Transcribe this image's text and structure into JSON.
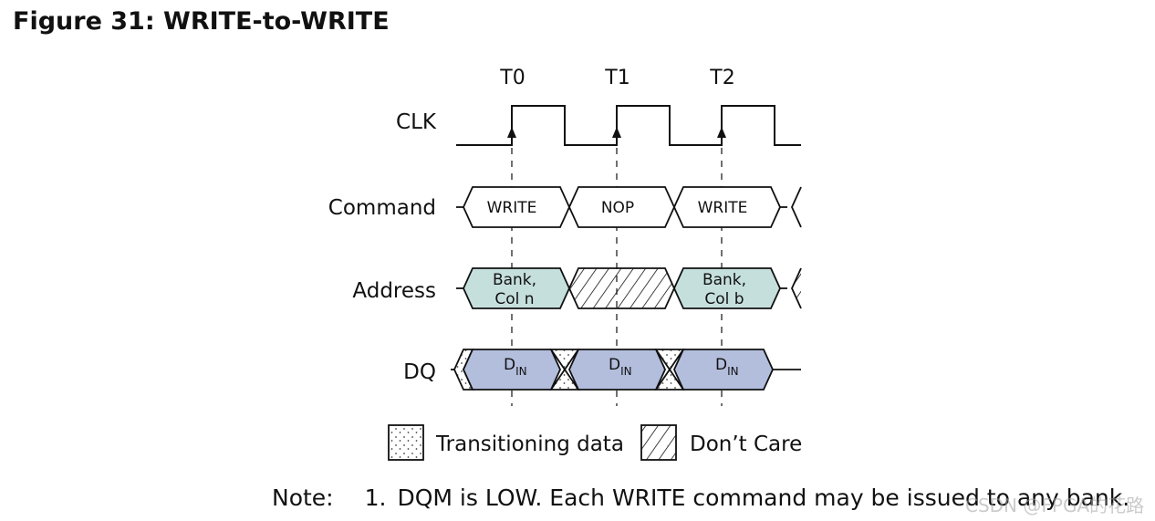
{
  "title": "Figure 31: WRITE-to-WRITE",
  "clock_labels": [
    "T0",
    "T1",
    "T2"
  ],
  "signals": {
    "clk": "CLK",
    "command": "Command",
    "address": "Address",
    "dq": "DQ"
  },
  "command_values": [
    "WRITE",
    "NOP",
    "WRITE"
  ],
  "address_values": [
    {
      "line1": "Bank,",
      "line2": "Col n"
    },
    {
      "line1": "",
      "line2": ""
    },
    {
      "line1": "Bank,",
      "line2": "Col b"
    }
  ],
  "dq_values": [
    {
      "main": "D",
      "sub": "IN"
    },
    {
      "main": "D",
      "sub": "IN"
    },
    {
      "main": "D",
      "sub": "IN"
    }
  ],
  "legend": {
    "transitioning": "Transitioning data",
    "dont_care": "Don’t Care"
  },
  "note": {
    "label": "Note:",
    "number": "1.",
    "text": "DQM is LOW. Each WRITE command may be issued to any bank."
  },
  "watermark": "CSDN @FPGA的花路",
  "colors": {
    "address_fill": "#c5dfdc",
    "dq_fill": "#b3bedd",
    "stroke": "#111111"
  }
}
